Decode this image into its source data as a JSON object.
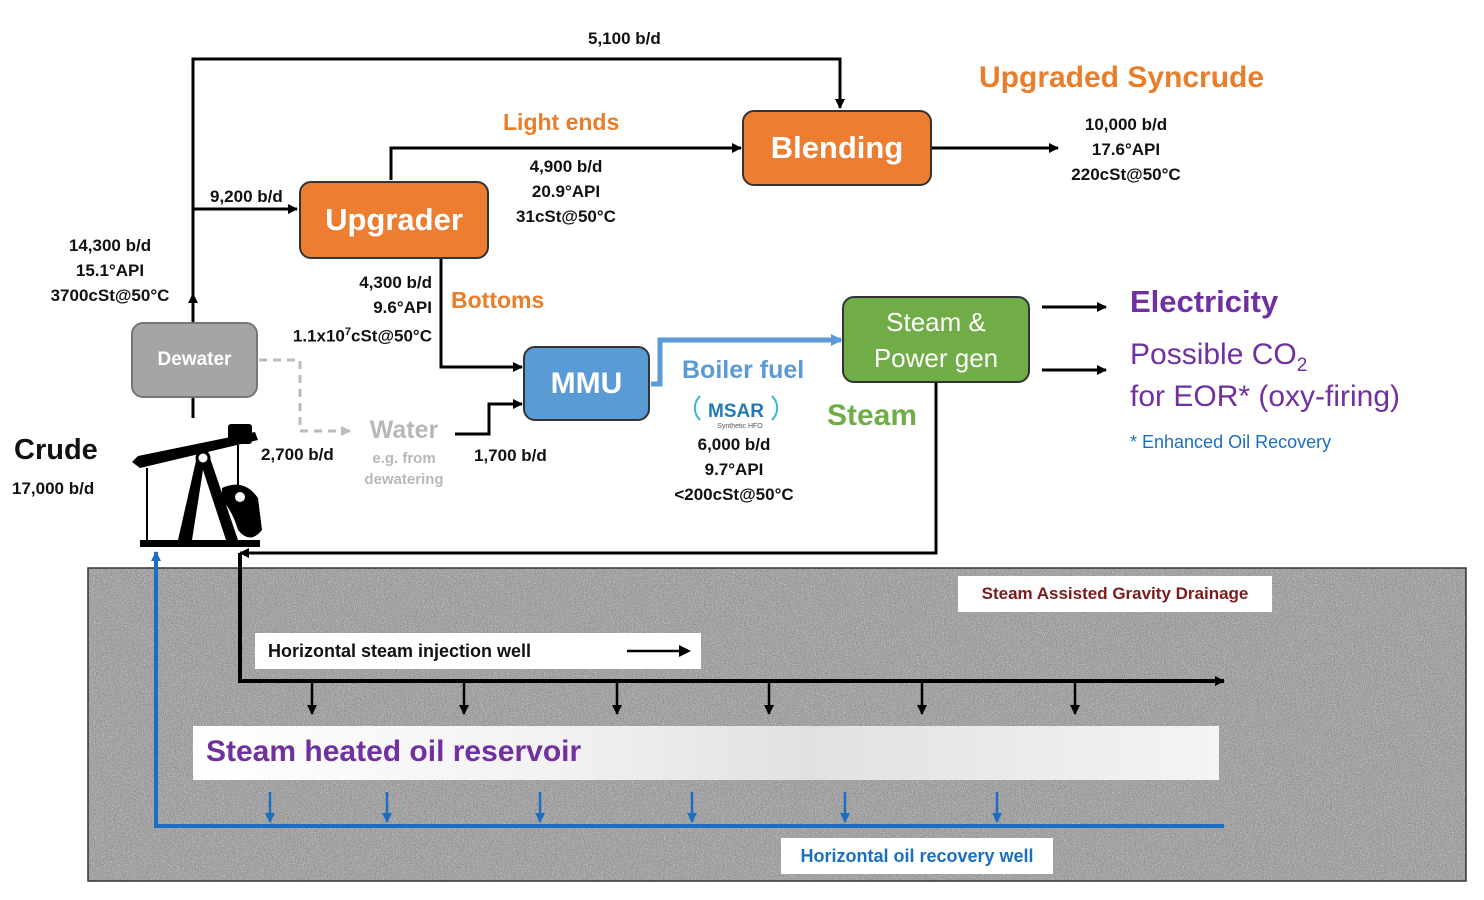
{
  "colors": {
    "orange": "#ed7d31",
    "blue_box": "#5b9bd5",
    "green_box": "#70ad47",
    "purple": "#7030a0",
    "dark_blue": "#1a6fc0",
    "gray_text": "#b8b8b8"
  },
  "icons": [
    "pumpjack-icon",
    "msar-logo-icon",
    "speckled-ground-texture"
  ],
  "nodes": {
    "upgrader": "Upgrader",
    "blending": "Blending",
    "mmu": "MMU",
    "dewater": "Dewater",
    "steam_power_line1": "Steam &",
    "steam_power_line2": "Power gen"
  },
  "labels": {
    "upgraded_syncrude": "Upgraded Syncrude",
    "light_ends": "Light ends",
    "bottoms": "Bottoms",
    "boiler_fuel": "Boiler fuel",
    "steam": "Steam",
    "electricity": "Electricity",
    "co2_line1_pre": "Possible CO",
    "co2_line1_sub": "2",
    "co2_line2": "for EOR* (oxy-firing)",
    "eor_note": "* Enhanced Oil Recovery",
    "water": "Water",
    "water_sub1": "e.g. from",
    "water_sub2": "dewatering",
    "crude": "Crude",
    "crude_flow": "17,000 b/d"
  },
  "msar_logo": {
    "text": "MSAR",
    "tagline": "Synthetic HFO"
  },
  "flows": {
    "bypass": "5,100 b/d",
    "to_upgrader": "9,200 b/d",
    "dewatered": [
      "14,300 b/d",
      "15.1°API",
      "3700cSt@50°C"
    ],
    "light_ends": [
      "4,900 b/d",
      "20.9°API",
      "31cSt@50°C"
    ],
    "product": [
      "10,000 b/d",
      "17.6°API",
      "220cSt@50°C"
    ],
    "bottoms_1": "4,300 b/d",
    "bottoms_2": "9.6°API",
    "bottoms_3_pre": "1.1x10",
    "bottoms_3_sup": "7",
    "bottoms_3_post": "cSt@50°C",
    "water_out": "2,700 b/d",
    "water_to_mmu": "1,700 b/d",
    "boiler_fuel": [
      "6,000 b/d",
      "9.7°API",
      "<200cSt@50°C"
    ]
  },
  "underground": {
    "sagd": "Steam Assisted Gravity Drainage",
    "injection_well": "Horizontal steam injection well",
    "reservoir": "Steam heated oil reservoir",
    "recovery_well": "Horizontal oil recovery well"
  }
}
